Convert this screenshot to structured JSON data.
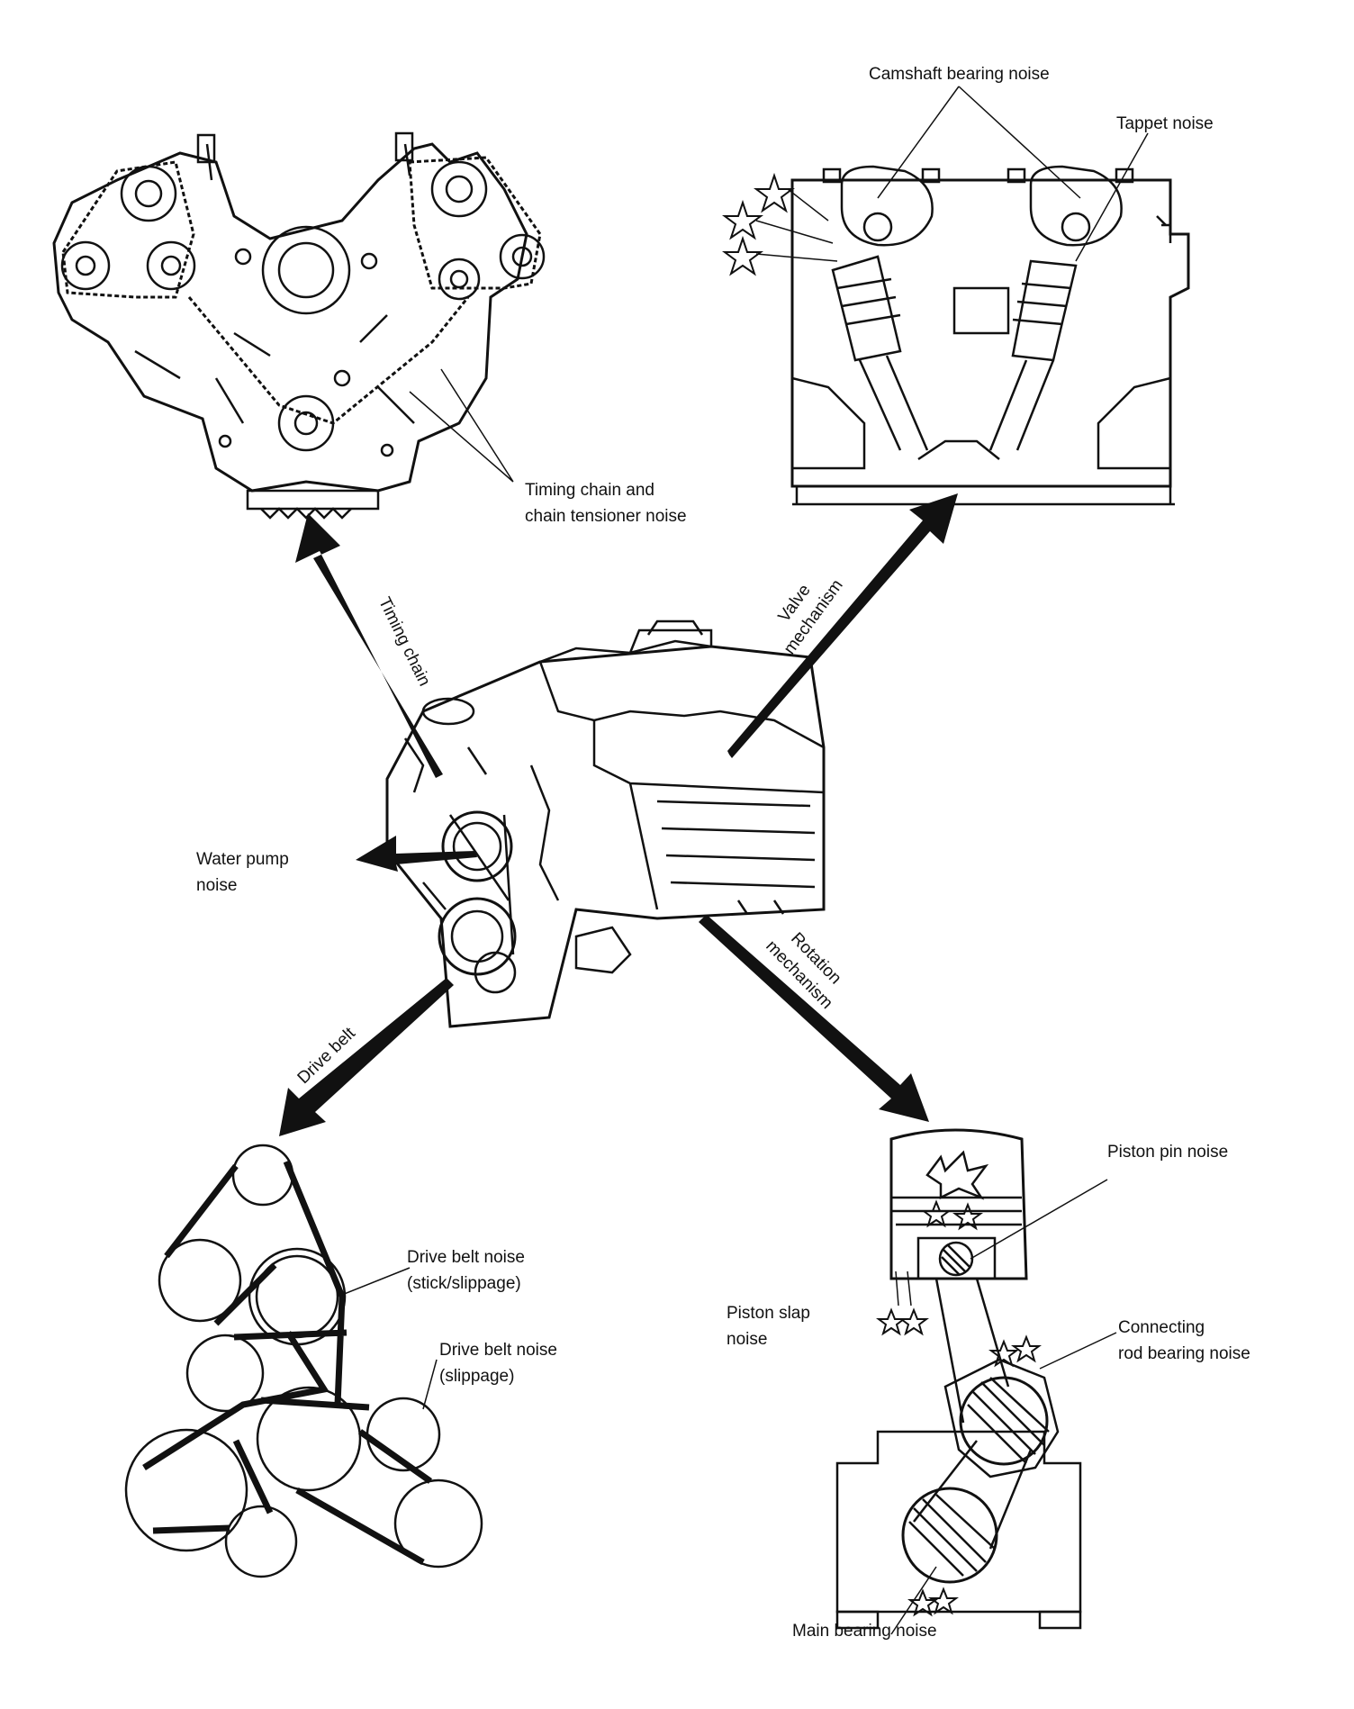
{
  "labels": {
    "camshaft_bearing_noise": "Camshaft bearing noise",
    "tappet_noise": "Tappet noise",
    "timing_chain_noise_line1": "Timing chain and",
    "timing_chain_noise_line2": "chain tensioner noise",
    "water_pump_line1": "Water pump",
    "water_pump_line2": "noise",
    "piston_pin_noise": "Piston pin noise",
    "piston_slap_line1": "Piston slap",
    "piston_slap_line2": "noise",
    "conrod_line1": "Connecting",
    "conrod_line2": "rod bearing noise",
    "main_bearing_noise": "Main bearing noise",
    "drive_belt_stick_line1": "Drive belt noise",
    "drive_belt_stick_line2": "(stick/slippage)",
    "drive_belt_slip_line1": "Drive belt noise",
    "drive_belt_slip_line2": "(slippage)"
  },
  "arrows": {
    "timing_chain": "Timing chain",
    "valve_line1": "Valve",
    "valve_line2": "mechanism",
    "rotation_line1": "Rotation",
    "rotation_line2": "mechanism",
    "drive_belt": "Drive belt"
  }
}
